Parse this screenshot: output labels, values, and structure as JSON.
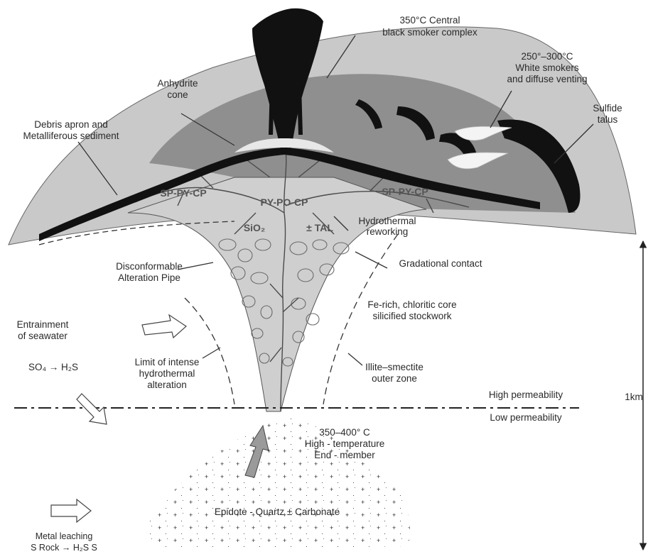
{
  "colors": {
    "mound_outer": "#c9c9c9",
    "mound_inner": "#8f8f8f",
    "pipe": "#cfcfcf",
    "sulfide": "#111111",
    "background": "#ffffff"
  },
  "labels": {
    "central_smoker_1": "350°C Central",
    "central_smoker_2": "black smoker complex",
    "white_smokers_1": "250°–300°C",
    "white_smokers_2": "White smokers",
    "white_smokers_3": "and diffuse venting",
    "anhydrite_1": "Anhydrite",
    "anhydrite_2": "cone",
    "sulfide_talus_1": "Sulfide",
    "sulfide_talus_2": "talus",
    "debris_1": "Debris apron and",
    "debris_2": "Metalliferous sediment",
    "zone_left": "SP-PY-CP",
    "zone_center": "PY-PO-CP",
    "zone_right": "SP-PY-CP",
    "sio2": "SiO₂",
    "tal": "± TAL",
    "hydro_1": "Hydrothermal",
    "hydro_2": "reworking",
    "discordant_1": "Disconformable",
    "discordant_2": "Alteration Pipe",
    "gradational": "Gradational contact",
    "fe_rich_1": "Fe-rich, chloritic core",
    "fe_rich_2": "silicified stockwork",
    "entrainment_1": "Entrainment",
    "entrainment_2": "of seawater",
    "reaction": "SO₄ → H₂S",
    "limit_1": "Limit of intense",
    "limit_2": "hydrothermal",
    "limit_3": "alteration",
    "illite_1": "Illite–smectite",
    "illite_2": "outer zone",
    "high_perm": "High permeability",
    "low_perm": "Low permeability",
    "endmember_1": "350–400° C",
    "endmember_2": "High - temperature",
    "endmember_3": "End - member",
    "epidote": "Epidote - Quartz ± Carbonate",
    "metal_1": "Metal leaching",
    "metal_2": "S Rock → H₂S S",
    "scale": "1km"
  }
}
